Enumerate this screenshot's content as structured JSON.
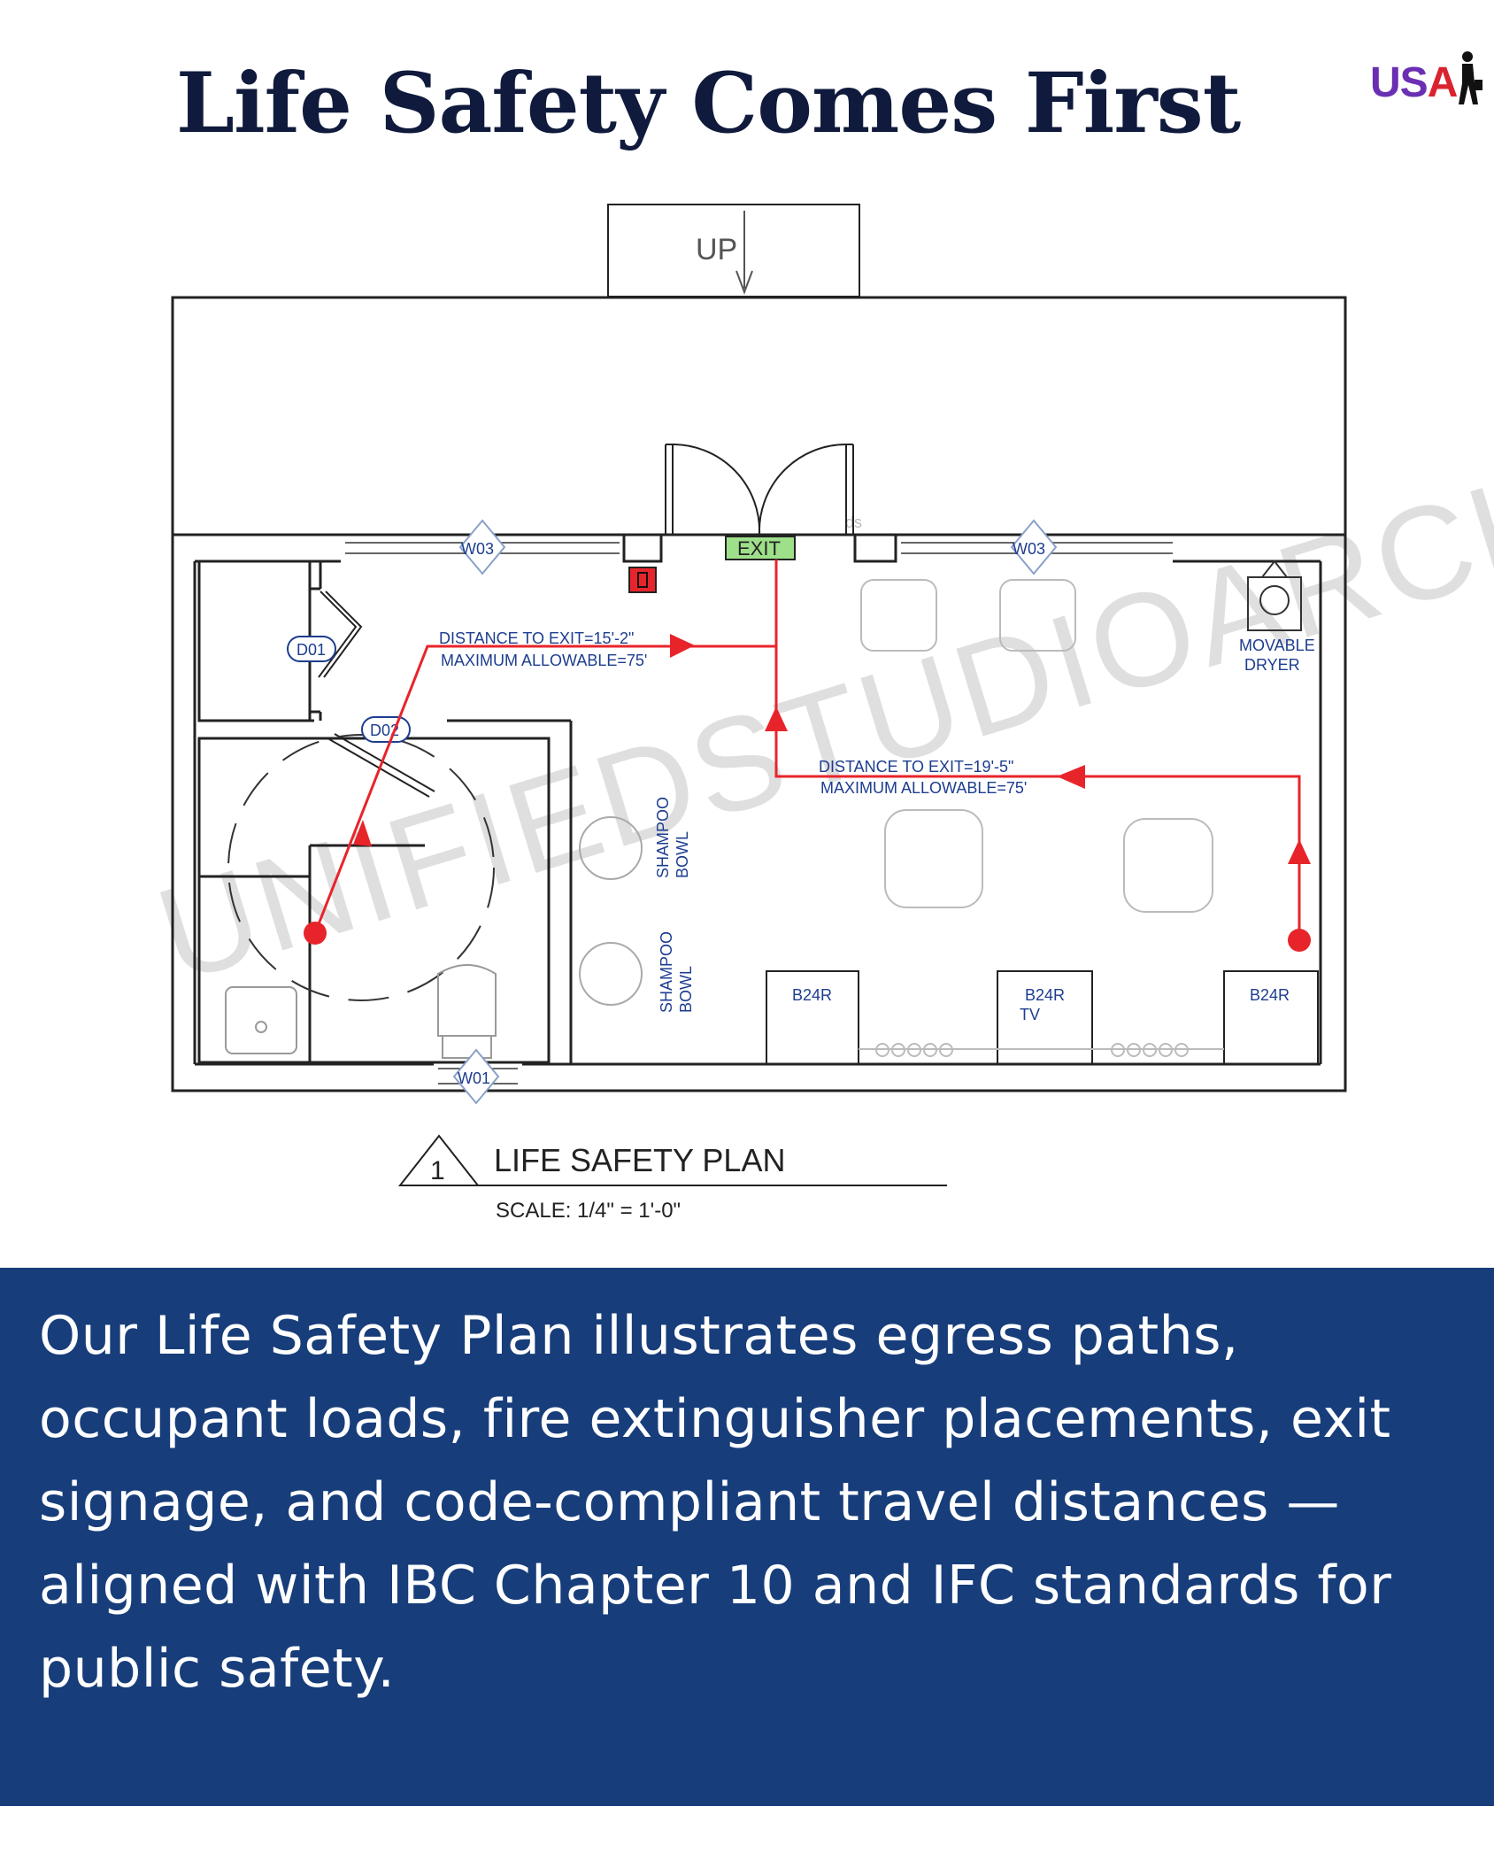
{
  "title": "Life Safety Comes First",
  "logo": {
    "text_u": "U",
    "text_s": "S",
    "text_a": "A",
    "icon": "person-with-bag-icon",
    "colors": {
      "us": "#6a2fb3",
      "a": "#d9232f"
    }
  },
  "plan": {
    "stair_label": "UP",
    "exit_sign": "EXIT",
    "watermark": "UNIFIEDSTUDIOARCH",
    "watermark_ds": "ds",
    "fire_extinguisher_icon": "fire-extinguisher-icon",
    "path_1_line1": "DISTANCE TO EXIT=15'-2\"",
    "path_1_line2": "MAXIMUM ALLOWABLE=75'",
    "path_2_line1": "DISTANCE TO EXIT=19'-5\"",
    "path_2_line2": "MAXIMUM ALLOWABLE=75'",
    "door_tags": [
      "D01",
      "D02"
    ],
    "window_tags": [
      "W03",
      "W03",
      "W01"
    ],
    "shampoo_line1": "SHAMPOO",
    "shampoo_line2": "BOWL",
    "dryer_line1": "MOVABLE",
    "dryer_line2": "DRYER",
    "stations": [
      "B24R",
      "B24R",
      "B24R"
    ],
    "station_tv": "TV",
    "plan_number": "1",
    "plan_title": "LIFE SAFETY PLAN",
    "plan_scale": "SCALE: 1/4\" = 1'-0\"",
    "colors": {
      "egress": "#e8242b",
      "exit_sign": "#9ee08a",
      "tag": "#1d3d8f"
    }
  },
  "caption": "Our Life Safety Plan illustrates egress paths, occupant loads, fire extinguisher placements, exit signage, and code-compliant travel distances — aligned with IBC Chapter 10 and IFC standards for public safety."
}
